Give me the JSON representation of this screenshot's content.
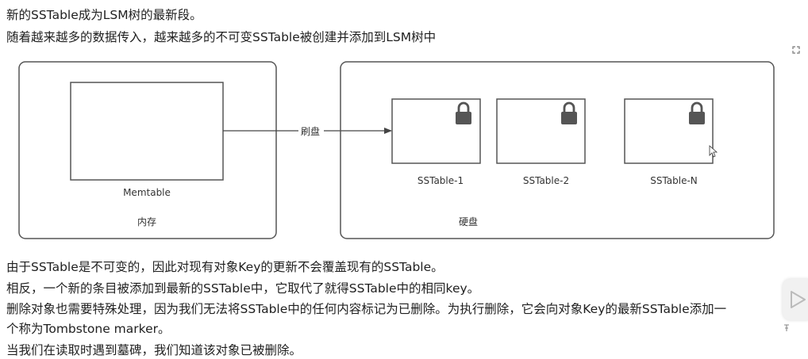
{
  "intro": [
    "新的SSTable成为LSM树的最新段。",
    "随着越来越多的数据传入，越来越多的不可变SSTable被创建并添加到LSM树中"
  ],
  "diagram": {
    "memory": {
      "memtable_label": "Memtable",
      "container_label": "内存"
    },
    "arrow_label": "刷盘",
    "disk": {
      "tables": [
        "SSTable-1",
        "SSTable-2",
        "SSTable-N"
      ],
      "container_label": "硬盘"
    },
    "lock_icon": "lock-icon",
    "colors": {
      "stroke": "#555555",
      "lock": "#555555"
    }
  },
  "body": [
    "由于SSTable是不可变的，因此对现有对象Key的更新不会覆盖现有的SSTable。",
    "相反，一个新的条目被添加到最新的SSTable中，它取代了就得SSTable中的相同key。",
    "删除对象也需要特殊处理，因为我们无法将SSTable中的任何内容标记为已删除。为执行删除，它会向对象Key的最新SSTable添加一",
    "个称为Tombstone marker。",
    "当我们在读取时遇到墓碑，我们知道该对象已被删除。"
  ]
}
